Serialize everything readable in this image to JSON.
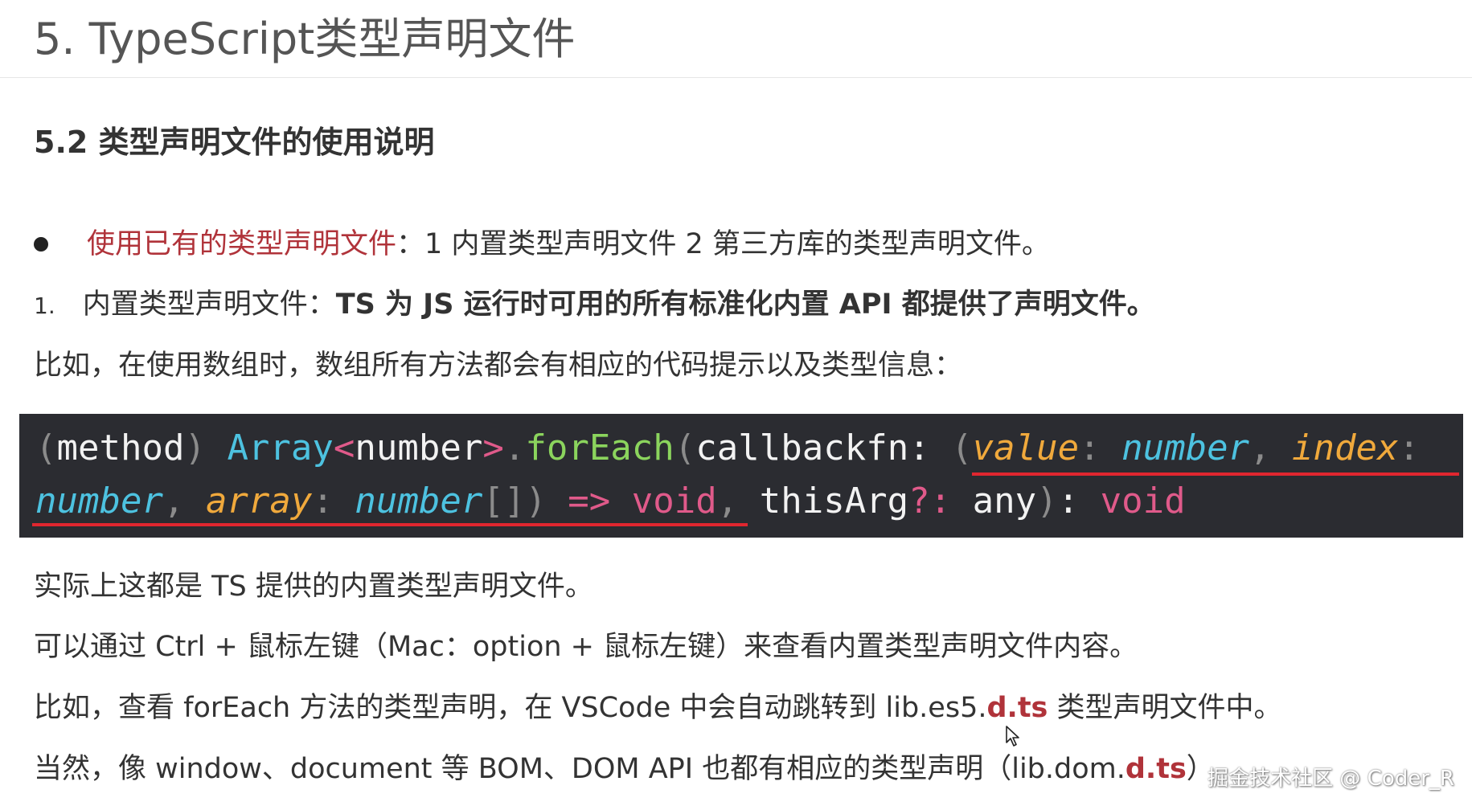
{
  "header": {
    "title": "5. TypeScript类型声明文件"
  },
  "section": {
    "title": "5.2 类型声明文件的使用说明"
  },
  "bullet": {
    "accent_text": "使用已有的类型声明文件",
    "rest_text": "：1 内置类型声明文件 2 第三方库的类型声明文件。"
  },
  "numbered": {
    "number": "1.",
    "label": "内置类型声明文件：",
    "bold_text": "TS 为 JS 运行时可用的所有标准化内置 API 都提供了声明文件。"
  },
  "para1": "比如，在使用数组时，数组所有方法都会有相应的代码提示以及类型信息：",
  "code": {
    "line1": {
      "p_open": "(",
      "method": "method",
      "p_close": ") ",
      "array": "Array",
      "lt": "<",
      "number": "number",
      "gt": ">",
      "dot": ".",
      "fn": "forEach",
      "open": "(",
      "callback": "callbackfn",
      "colon": ": ",
      "open2": "(",
      "value": "value",
      "colon2": ": ",
      "number2": "number",
      "comma": ", ",
      "index": "index",
      "colon3": ":"
    },
    "line2": {
      "number3": "number",
      "comma": ", ",
      "array": "array",
      "colon": ": ",
      "number4": "number",
      "brackets": "[]",
      "close": ")",
      "arrow": " => ",
      "void1": "void",
      "comma2": ", ",
      "thisarg": "thisArg",
      "opt": "?: ",
      "any": "any",
      "close2": ")",
      "colon2": ": ",
      "void2": "void"
    }
  },
  "para2": "实际上这都是 TS 提供的内置类型声明文件。",
  "para3": "可以通过 Ctrl + 鼠标左键（Mac：option + 鼠标左键）来查看内置类型声明文件内容。",
  "para4": {
    "before": "比如，查看 forEach 方法的类型声明，在 VSCode 中会自动跳转到 lib.es5.",
    "accent": "d.ts",
    "after": " 类型声明文件中。"
  },
  "para5": {
    "before": "当然，像 window、document 等 BOM、DOM API 也都有相应的类型声明（lib.dom.",
    "accent": "d.ts",
    "after": "）"
  },
  "watermark": "掘金技术社区 @ Coder_R",
  "icons": {
    "cursor": "mouse-pointer-icon"
  },
  "colors": {
    "accent": "#b0333a",
    "code_bg": "#2b2c31",
    "underline": "#e0262f"
  }
}
